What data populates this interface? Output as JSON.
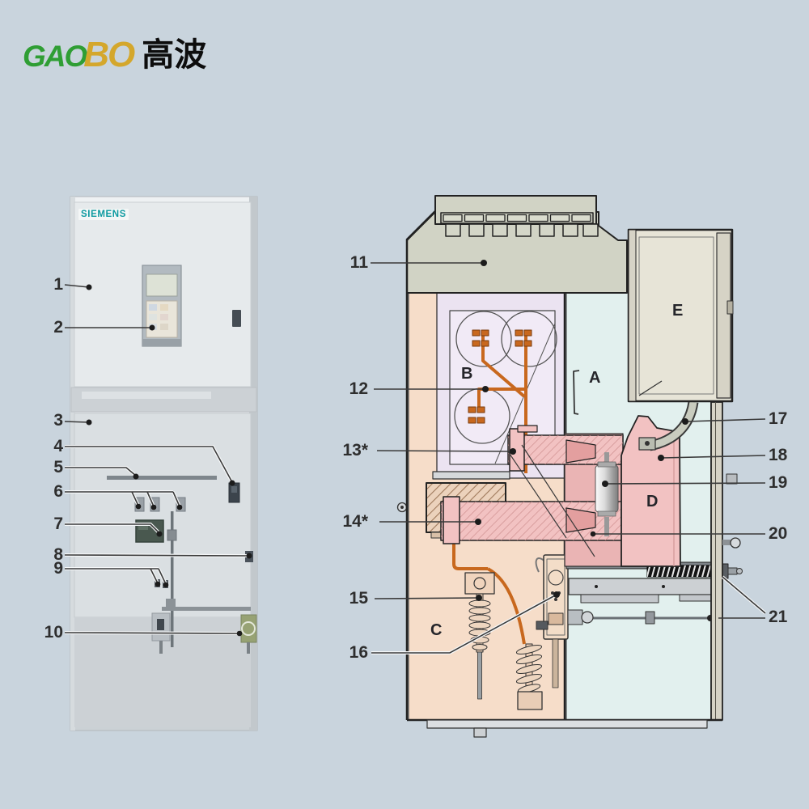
{
  "theme": {
    "bg": "#c9d4dd",
    "green": "#2f9e34",
    "gold": "#d4a72c",
    "teal": "#0e9aa0",
    "peach": "#f6ddc9",
    "lavender": "#ebe3f1",
    "lavender2": "#f1eaf6",
    "cyan": "#e2f0ee",
    "pink": "#f2c2c2",
    "pink2": "#eab4b4",
    "cap": "#d1d3c5",
    "cream": "#e7e4d7",
    "creamdark": "#d6d3c6",
    "copper": "#c8681e",
    "ink": "#2e2e2e"
  },
  "logo": {
    "text_green": "GAO",
    "text_gold": "BO",
    "text_cjk": "高波"
  },
  "photo": {
    "brand": "SIEMENS",
    "callouts": [
      "1",
      "2",
      "3",
      "4",
      "5",
      "6",
      "7",
      "8",
      "9",
      "10"
    ]
  },
  "diagram": {
    "left_callouts": [
      "11",
      "12",
      "13*",
      "14*",
      "15",
      "16"
    ],
    "right_callouts": [
      "17",
      "18",
      "19",
      "20",
      "21"
    ],
    "compartment_letters": [
      "A",
      "B",
      "C",
      "D",
      "E"
    ]
  }
}
